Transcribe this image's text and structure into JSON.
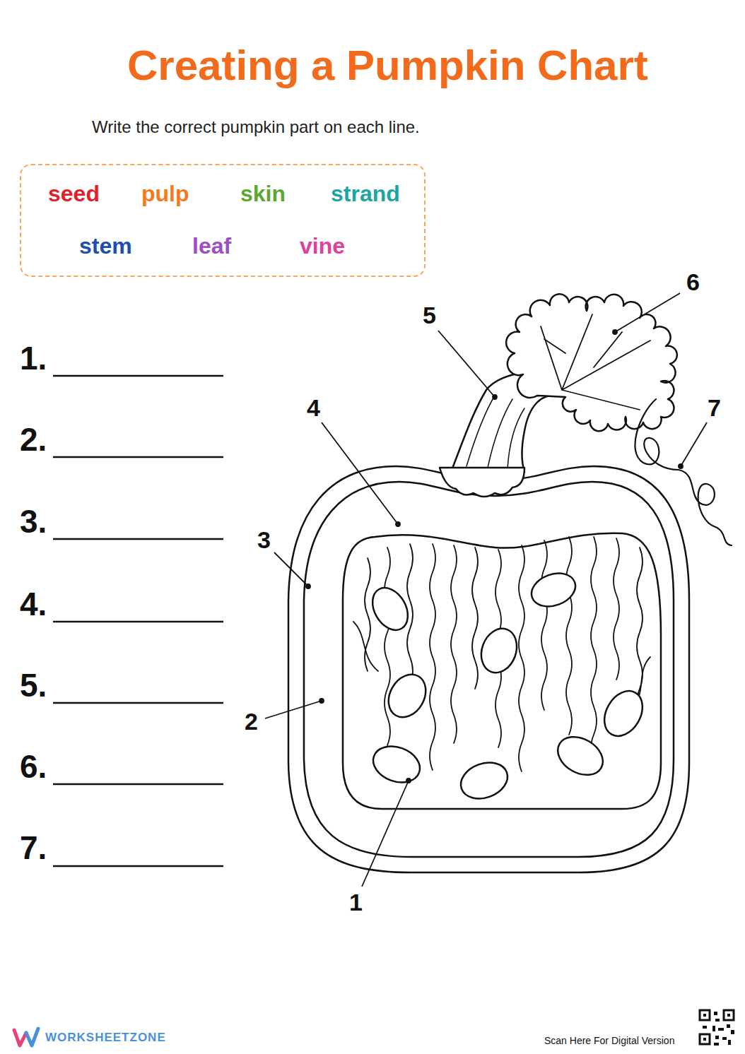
{
  "diagram": {
    "title": "Creating a Pumpkin Chart",
    "nodes": [
      {
        "text": [
          "seed",
          "pulp",
          "skin",
          "strand",
          "stem",
          "leaf",
          "vine"
        ]
      }
    ],
    "labels": [
      "Write the correct pumpkin part on each line.",
      "1.",
      "2.",
      "3.",
      "4.",
      "5.",
      "6.",
      "7.",
      "6",
      "5",
      "4",
      "7",
      "3",
      "2",
      "1",
      "WORKSHEETZONE",
      "Scan Here For Digital Version"
    ]
  }
}
